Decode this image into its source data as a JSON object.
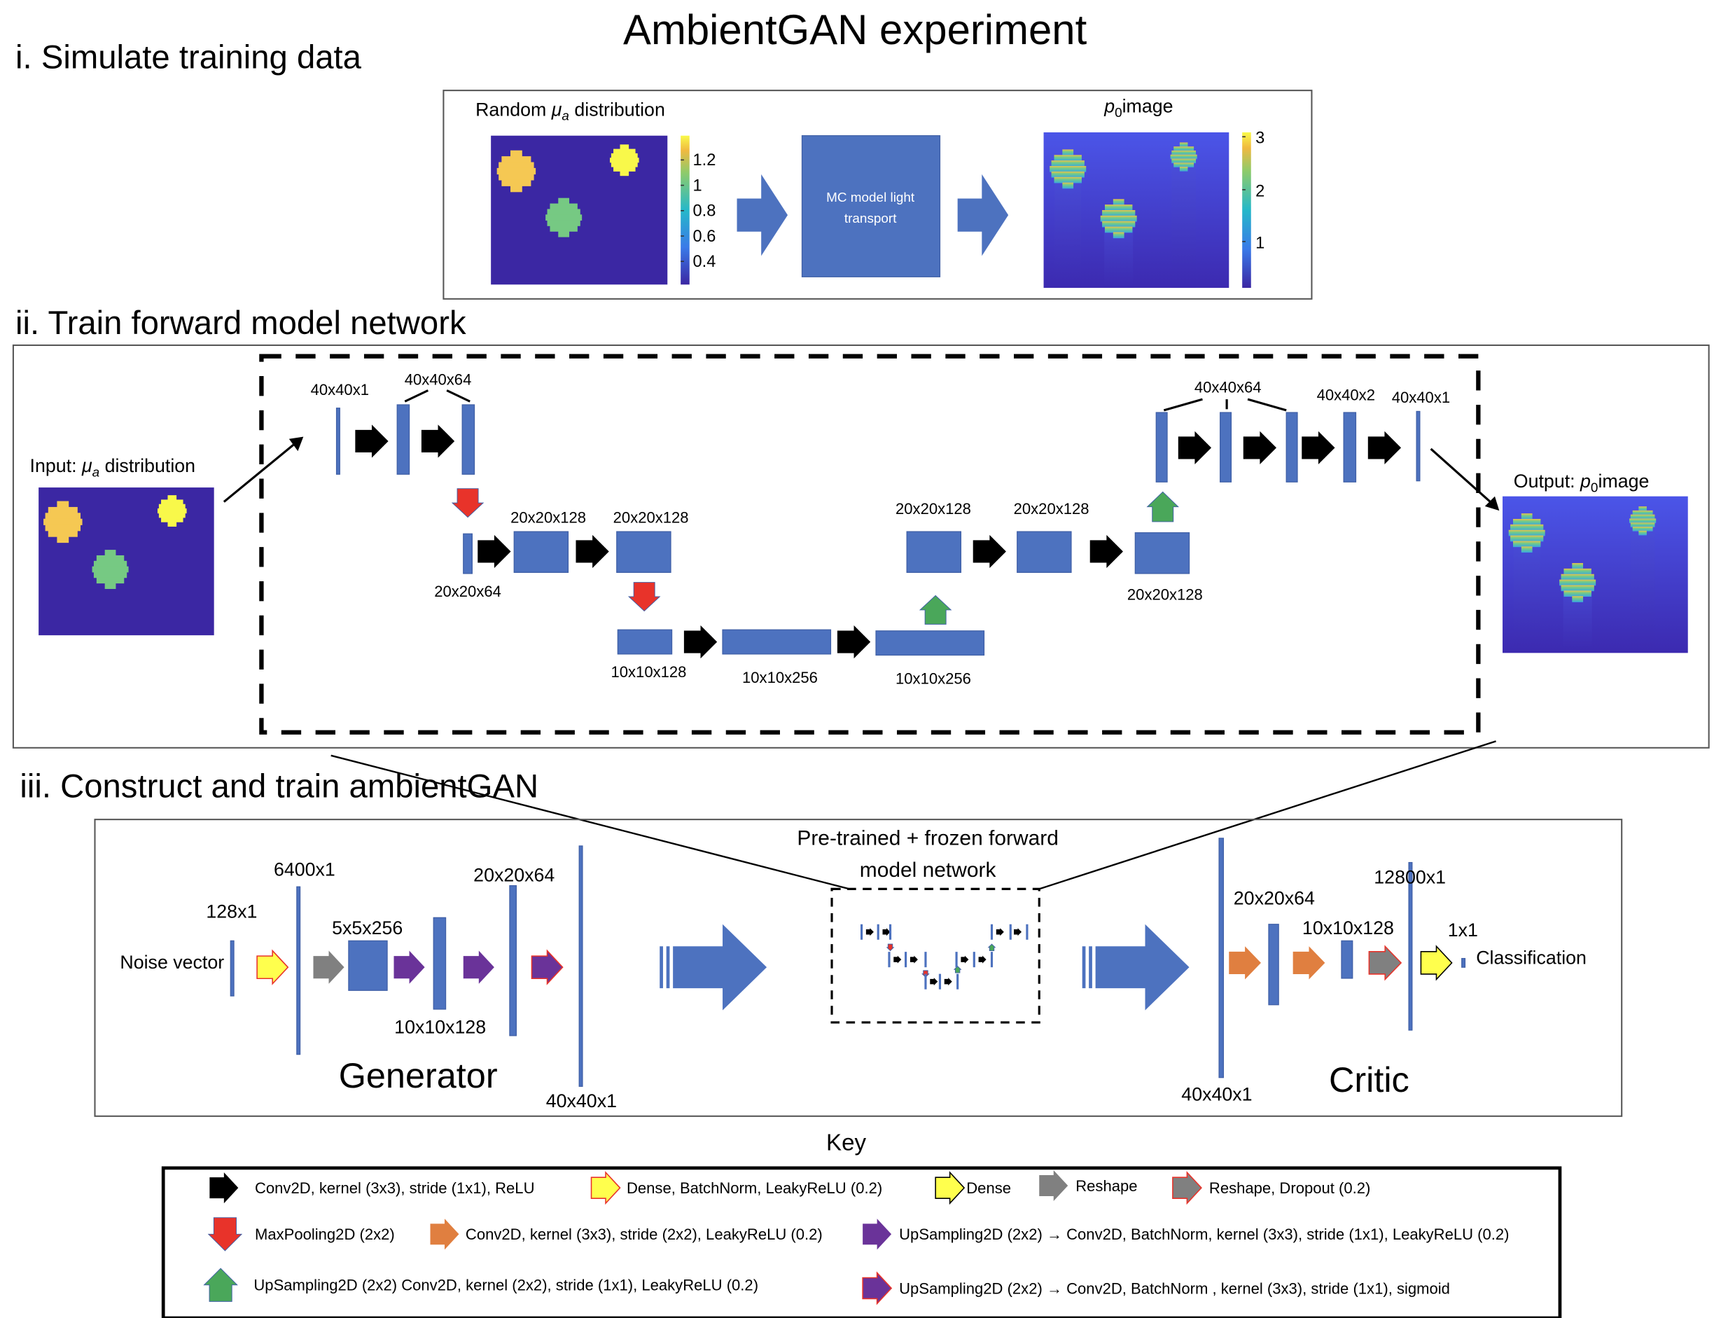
{
  "title": "AmbientGAN experiment",
  "sections": {
    "simulate": {
      "heading": "i. Simulate training data",
      "mu_title_prefix": "Random ",
      "mu_symbol": "μ",
      "mu_sub": "a",
      "mu_title_suffix": " distribution",
      "mc_label_line1": "MC model light",
      "mc_label_line2": "transport",
      "p0_symbol": "p",
      "p0_sub": "0",
      "p0_title_suffix": "image",
      "mu_colorbar_ticks": [
        "1.2",
        "1",
        "0.8",
        "0.6",
        "0.4"
      ],
      "p0_colorbar_ticks": [
        "3",
        "2",
        "1"
      ]
    },
    "forward": {
      "heading": "ii. Train forward model network",
      "input_prefix": "Input: ",
      "input_suffix": " distribution",
      "output_prefix": "Output: ",
      "output_suffix": "image",
      "labels": {
        "enc_40x40x1": "40x40x1",
        "enc_40x40x64": "40x40x64",
        "enc_20x20x64": "20x20x64",
        "enc_20x20x128_a": "20x20x128",
        "enc_20x20x128_b": "20x20x128",
        "bott_10x10x128": "10x10x128",
        "bott_10x10x256_a": "10x10x256",
        "bott_10x10x256_b": "10x10x256",
        "dec_20x20x128_a": "20x20x128",
        "dec_20x20x128_b": "20x20x128",
        "dec_20x20x128_c": "20x20x128",
        "dec_40x40x64": "40x40x64",
        "dec_40x40x2": "40x40x2",
        "dec_40x40x1": "40x40x1"
      }
    },
    "gan": {
      "heading": "iii. Construct and train ambientGAN",
      "frozen_line1": "Pre-trained + frozen forward",
      "frozen_line2": "model network",
      "generator": {
        "title": "Generator",
        "noise_label": "Noise vector",
        "labels": [
          "128x1",
          "6400x1",
          "5x5x256",
          "10x10x128",
          "20x20x64",
          "40x40x1"
        ]
      },
      "critic": {
        "title": "Critic",
        "labels": [
          "40x40x1",
          "20x20x64",
          "10x10x128",
          "12800x1",
          "1x1"
        ],
        "output_label": "Classification"
      }
    }
  },
  "key": {
    "title": "Key",
    "items": [
      {
        "icon": "black-right-arrow",
        "label": "Conv2D, kernel (3x3), stride (1x1), ReLU"
      },
      {
        "icon": "yellow-red-outline-arrow",
        "label": "Dense, BatchNorm, LeakyReLU (0.2)"
      },
      {
        "icon": "yellow-arrow",
        "label": "Dense"
      },
      {
        "icon": "grey-arrow",
        "label": "Reshape"
      },
      {
        "icon": "grey-red-outline-arrow",
        "label": "Reshape, Dropout (0.2)"
      },
      {
        "icon": "red-down-arrow",
        "label": "MaxPooling2D (2x2)"
      },
      {
        "icon": "orange-arrow",
        "label": "Conv2D, kernel (3x3), stride (2x2), LeakyReLU (0.2)"
      },
      {
        "icon": "purple-arrow",
        "label": "UpSampling2D (2x2) → Conv2D, BatchNorm, kernel (3x3), stride (1x1), LeakyReLU (0.2)"
      },
      {
        "icon": "green-up-arrow",
        "label": "UpSampling2D (2x2) Conv2D, kernel (2x2), stride (1x1), LeakyReLU (0.2)"
      },
      {
        "icon": "purple-red-outline-arrow",
        "label": "UpSampling2D (2x2) → Conv2D, BatchNorm , kernel (3x3), stride (1x1), sigmoid"
      }
    ]
  },
  "colors": {
    "layer_blue": "#4d72bf",
    "image_background": "#3b27a3",
    "conv_black": "#000000",
    "maxpool_red": "#e8332a",
    "upsample_green": "#4aa75a",
    "dense_yellow": "#ffff4d",
    "reshape_grey": "#808080",
    "conv_orange": "#e07f40",
    "upsample_purple": "#6a3399",
    "blob_orange": "#f5c853",
    "blob_yellow": "#f8f84a",
    "blob_green": "#76c983"
  }
}
